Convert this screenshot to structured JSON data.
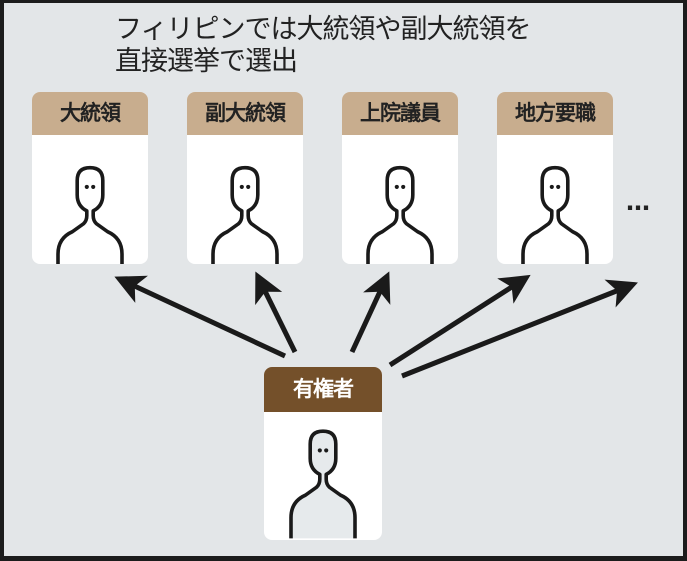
{
  "title_line1": "フィリピンでは大統領や副大統領を",
  "title_line2": "直接選挙で選出",
  "positions": [
    {
      "label": "大統領"
    },
    {
      "label": "副大統領"
    },
    {
      "label": "上院議員"
    },
    {
      "label": "地方要職"
    }
  ],
  "more": "…",
  "voter": {
    "label": "有権者"
  },
  "colors": {
    "background": "#e3e6e8",
    "position_header": "#c8ad8e",
    "voter_header": "#74502a",
    "arrow": "#1a1a1a"
  }
}
